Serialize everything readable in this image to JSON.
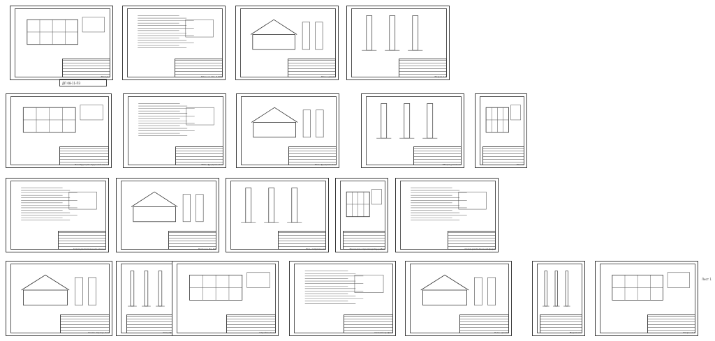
{
  "document": {
    "caption": "ДП 08-11-ПЗ",
    "side_note": "Лист 1"
  },
  "sheets": [
    {
      "id": "s1",
      "title": "Фасады"
    },
    {
      "id": "s2",
      "title": "План на отм. 0.000"
    },
    {
      "id": "s3",
      "title": "План кровли"
    },
    {
      "id": "s4",
      "title": "Разрез 1-1"
    },
    {
      "id": "s5",
      "title": "Конструкция наружной стены"
    },
    {
      "id": "s6",
      "title": "План фундаментов"
    },
    {
      "id": "s7",
      "title": "Узлы фундаментов"
    },
    {
      "id": "s8",
      "title": "Общие указания"
    },
    {
      "id": "s9",
      "title": "Узел А"
    },
    {
      "id": "s10",
      "title": "Схема расположения колонн"
    },
    {
      "id": "s11",
      "title": "Колонны К1, К2"
    },
    {
      "id": "s12",
      "title": "Узлы сопряжения"
    },
    {
      "id": "s13",
      "title": "Указания к производству работ"
    },
    {
      "id": "s14",
      "title": "Схема расположения ферм"
    },
    {
      "id": "s15",
      "title": "Схема перекрытия"
    },
    {
      "id": "s16",
      "title": "Спецификация"
    },
    {
      "id": "s17",
      "title": "Стройгенплан"
    },
    {
      "id": "s18",
      "title": "Сетевой график"
    },
    {
      "id": "s19",
      "title": "Узлы кровли"
    },
    {
      "id": "s20",
      "title": "Ведомость"
    },
    {
      "id": "s21",
      "title": "Разрез 2-2"
    }
  ]
}
